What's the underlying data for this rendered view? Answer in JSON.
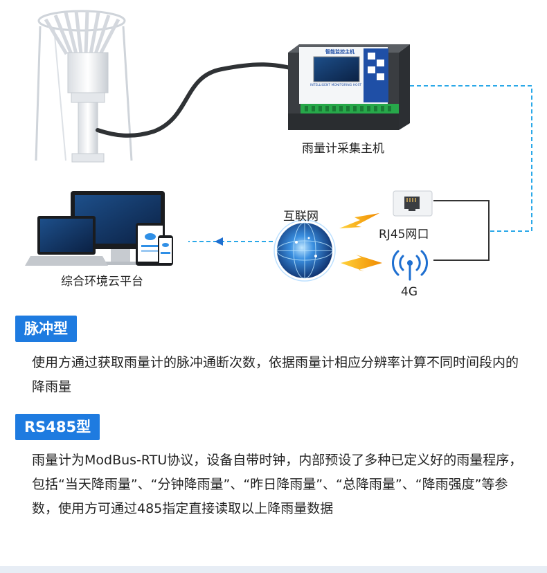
{
  "diagram": {
    "host_label": "雨量计采集主机",
    "host_screen_title": "智能监控主机",
    "host_subtitle": "INTELLIGENT MONITORING HOST",
    "internet_label": "互联网",
    "rj45_label": "RJ45网口",
    "g4_label": "4G",
    "platform_label": "综合环境云平台"
  },
  "sections": [
    {
      "title": "脉冲型",
      "text": "使用方通过获取雨量计的脉冲通断次数，依据雨量计相应分辨率计算不同时间段内的降雨量"
    },
    {
      "title": "RS485型",
      "text": "雨量计为ModBus-RTU协议，设备自带时钟，内部预设了多种已定义好的雨量程序，包括“当天降雨量”、“分钟降雨量”、“昨日降雨量”、“总降雨量”、“降雨强度”等参数，使用方可通过485指定直接读取以上降雨量数据"
    }
  ],
  "colors": {
    "accent": "#1e7be0",
    "dash": "#2aa8e8",
    "lightning": "#f5a800"
  }
}
